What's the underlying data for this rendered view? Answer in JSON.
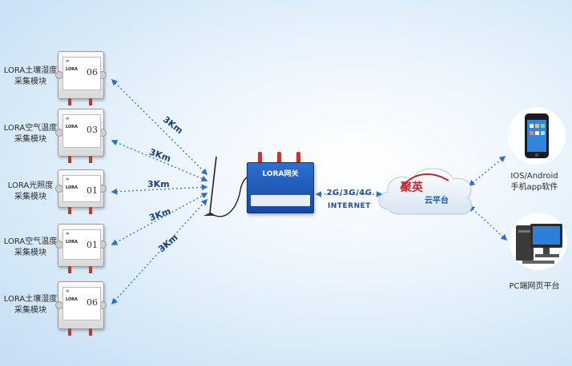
{
  "modules": [
    {
      "label_line1": "LORA土壤湿度",
      "label_line2": "采集模块",
      "device_model": "LORA",
      "device_number": "06"
    },
    {
      "label_line1": "LORA空气温度",
      "label_line2": "采集模块",
      "device_model": "LORA",
      "device_number": "03"
    },
    {
      "label_line1": "LORA光照度",
      "label_line2": "采集模块",
      "device_model": "LORA",
      "device_number": "01"
    },
    {
      "label_line1": "LORA空气温度",
      "label_line2": "采集模块",
      "device_model": "LORA",
      "device_number": "01"
    },
    {
      "label_line1": "LORA土壤湿度",
      "label_line2": "采集模块",
      "device_model": "LORA",
      "device_number": "06"
    }
  ],
  "distance_labels": [
    "3Km",
    "3Km",
    "3Km",
    "3Km",
    "3Km"
  ],
  "gateway": {
    "title": "LORA网关"
  },
  "network": {
    "line1": "2G/3G/4G",
    "line2": "INTERNET"
  },
  "cloud": {
    "logo": "聚英",
    "label": "云平台"
  },
  "clients": [
    {
      "line1": "IOS/Android",
      "line2": "手机app软件"
    },
    {
      "line1": "PC端网页平台",
      "line2": ""
    }
  ]
}
